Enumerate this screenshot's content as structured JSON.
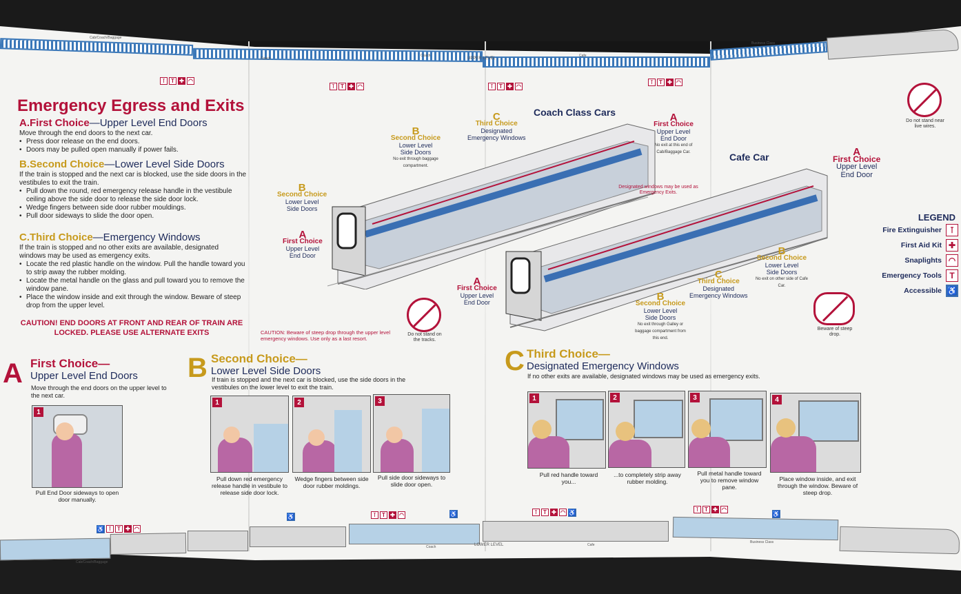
{
  "colors": {
    "brand_red": "#b3123a",
    "gold": "#c79a1c",
    "navy": "#1d2a5a",
    "blue": "#3a77b8"
  },
  "title": "Emergency Egress and Exits",
  "list": {
    "a_letter": "A.",
    "a_choice": "First Choice",
    "a_rest": "—Upper Level End Doors",
    "a_text": "Move through the end doors to the next car.",
    "a_b1": "Press door release on the end doors.",
    "a_b2": "Doors may be pulled open manually if power fails.",
    "b_letter": "B.",
    "b_choice": "Second Choice",
    "b_rest": "—Lower Level Side Doors",
    "b_text": "If the train is stopped and the next car is blocked, use the side doors in the vestibules to exit the train.",
    "b_b1": "Pull down the round, red emergency release handle in the vestibule ceiling above the side door to release the side door lock.",
    "b_b2": "Wedge fingers between side door rubber mouldings.",
    "b_b3": "Pull door sideways to slide the door open.",
    "c_letter": "C.",
    "c_choice": "Third Choice",
    "c_rest": "—Emergency Windows",
    "c_text": "If the train is stopped and no other exits are available, designated windows may be used as emergency exits.",
    "c_b1": "Locate the red plastic handle on the window. Pull the handle toward you to strip away the rubber molding.",
    "c_b2": "Locate the metal handle on the glass and pull toward you to remove the window pane.",
    "c_b3": "Place the window inside and exit through the window. Beware of steep drop from the upper level."
  },
  "caution_main": "CAUTION! END DOORS AT FRONT AND REAR OF TRAIN ARE LOCKED. PLEASE USE ALTERNATE EXITS",
  "top_strip": {
    "cab": "Cab/Coach/Baggage",
    "coach1": "Coach",
    "coach2": "Coach",
    "level": "UPPER LEVEL",
    "cafe": "Cafe",
    "bus": "Business Class"
  },
  "bottom_strip": {
    "cab": "Cab/Coach/Baggage",
    "coach": "Coach",
    "level": "LOWER LEVEL",
    "cafe": "Cafe",
    "bus": "Business Class"
  },
  "coach_car": {
    "title": "Coach Class Cars",
    "a_right_letter": "A",
    "a_right_choice": "First Choice",
    "a_right_sub1": "Upper Level",
    "a_right_sub2": "End Door",
    "a_right_note": "No exit at this end of Cab/Baggage Car.",
    "c_letter": "C",
    "c_choice": "Third Choice",
    "c_sub1": "Designated",
    "c_sub2": "Emergency Windows",
    "b_top_letter": "B",
    "b_top_choice": "Second Choice",
    "b_top_sub1": "Lower Level",
    "b_top_sub2": "Side Doors",
    "b_top_note": "No exit through baggage compartment.",
    "b_left_letter": "B",
    "b_left_choice": "Second Choice",
    "b_left_sub1": "Lower Level",
    "b_left_sub2": "Side Doors",
    "a_left_letter": "A",
    "a_left_choice": "First Choice",
    "a_left_sub1": "Upper Level",
    "a_left_sub2": "End Door",
    "designated_note": "Designated windows may be used as Emergency Exits.",
    "caution_steep": "CAUTION: Beware of steep drop through the upper level emergency windows. Use only as a last resort.",
    "no_tracks": "Do not stand on the tracks."
  },
  "cafe_car": {
    "title": "Cafe Car",
    "a_right_letter": "A",
    "a_right_choice": "First Choice",
    "a_right_sub1": "Upper Level",
    "a_right_sub2": "End Door",
    "b_right_letter": "B",
    "b_right_choice": "Second Choice",
    "b_right_sub1": "Lower Level",
    "b_right_sub2": "Side Doors",
    "b_right_note": "No exit on other side of Cafe Car.",
    "c_letter": "C",
    "c_choice": "Third Choice",
    "c_sub1": "Designated",
    "c_sub2": "Emergency Windows",
    "b_mid_letter": "B",
    "b_mid_choice": "Second Choice",
    "b_mid_sub1": "Lower Level",
    "b_mid_sub2": "Side Doors",
    "b_mid_note": "No exit through Galley or baggage compartment from this end.",
    "a_left_letter": "A",
    "a_left_choice": "First Choice",
    "a_left_sub1": "Upper Level",
    "a_left_sub2": "End Door"
  },
  "warnings": {
    "live_wires": "Do not stand near live wires.",
    "steep_drop": "Beware of steep drop."
  },
  "legend": {
    "title": "LEGEND",
    "items": [
      "Fire Extinguisher",
      "First Aid Kit",
      "Snaplights",
      "Emergency Tools",
      "Accessible"
    ]
  },
  "first": {
    "letter": "A",
    "choice": "First Choice—",
    "sub": "Upper Level End Doors",
    "desc": "Move through the end doors on the upper level to the next car.",
    "step_num": "1",
    "caption": "Pull End Door sideways to open door manually."
  },
  "second": {
    "letter": "B",
    "choice": "Second Choice—",
    "sub": "Lower Level Side Doors",
    "desc": "If train is stopped and the next car is blocked, use the side doors in the vestibules on the lower level to exit the train.",
    "steps": [
      {
        "num": "1",
        "caption": "Pull down red emergency release handle in vestibule to release side door lock."
      },
      {
        "num": "2",
        "caption": "Wedge fingers between side door rubber moldings."
      },
      {
        "num": "3",
        "caption": "Pull side door sideways to slide door open."
      }
    ]
  },
  "third": {
    "letter": "C",
    "choice": "Third Choice—",
    "sub": "Designated Emergency Windows",
    "desc": "If no other exits are available, designated windows may be used as emergency exits.",
    "steps": [
      {
        "num": "1",
        "caption": "Pull red handle toward you..."
      },
      {
        "num": "2",
        "caption": "...to completely strip away rubber molding."
      },
      {
        "num": "3",
        "caption": "Pull metal handle toward you to remove window pane."
      },
      {
        "num": "4",
        "caption": "Place window inside, and exit through the window. Beware of steep drop."
      }
    ]
  },
  "icon_glyphs": {
    "extinguisher": "⊺",
    "first_aid": "✚",
    "snaplight": "◠",
    "tools": "T",
    "accessible": "♿"
  }
}
